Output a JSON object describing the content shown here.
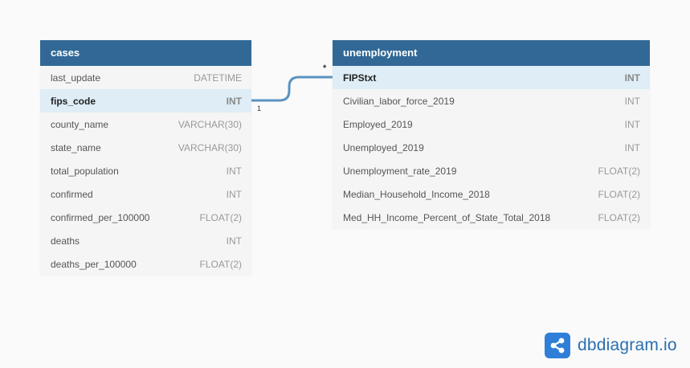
{
  "tables": {
    "cases": {
      "name": "cases",
      "fields": [
        {
          "name": "last_update",
          "type": "DATETIME"
        },
        {
          "name": "fips_code",
          "type": "INT"
        },
        {
          "name": "county_name",
          "type": "VARCHAR(30)"
        },
        {
          "name": "state_name",
          "type": "VARCHAR(30)"
        },
        {
          "name": "total_population",
          "type": "INT"
        },
        {
          "name": "confirmed",
          "type": "INT"
        },
        {
          "name": "confirmed_per_100000",
          "type": "FLOAT(2)"
        },
        {
          "name": "deaths",
          "type": "INT"
        },
        {
          "name": "deaths_per_100000",
          "type": "FLOAT(2)"
        }
      ]
    },
    "unemployment": {
      "name": "unemployment",
      "fields": [
        {
          "name": "FIPStxt",
          "type": "INT"
        },
        {
          "name": "Civilian_labor_force_2019",
          "type": "INT"
        },
        {
          "name": "Employed_2019",
          "type": "INT"
        },
        {
          "name": "Unemployed_2019",
          "type": "INT"
        },
        {
          "name": "Unemployment_rate_2019",
          "type": "FLOAT(2)"
        },
        {
          "name": "Median_Household_Income_2018",
          "type": "FLOAT(2)"
        },
        {
          "name": "Med_HH_Income_Percent_of_State_Total_2018",
          "type": "FLOAT(2)"
        }
      ]
    }
  },
  "relationship": {
    "one_label": "1",
    "many_label": "*",
    "color": "#5a93c2"
  },
  "colors": {
    "header": "#316896",
    "highlight_row": "#deedf6",
    "brand": "#2a6fb0"
  },
  "brand": {
    "name": "dbdiagram.io",
    "icon": "share-icon"
  }
}
